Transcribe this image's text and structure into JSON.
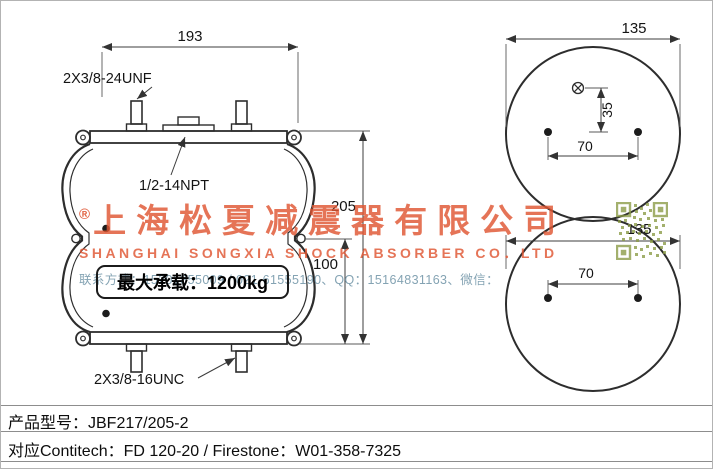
{
  "canvas": {
    "bg": "#ffffff",
    "border": "#b3b3b3"
  },
  "front_view": {
    "dim_width": "193",
    "top_thread": "2X3/8-24UNF",
    "port": "1/2-14NPT",
    "dim_height": "205",
    "dim_lower_height": "100",
    "bottom_thread": "2X3/8-16UNC",
    "max_load": "最大承载：1200kg"
  },
  "top_view": {
    "dim_diameter": "135",
    "dim_port_offset": "35",
    "dim_bolt_spacing": "70"
  },
  "bottom_view": {
    "dim_diameter": "135",
    "dim_bolt_spacing": "70"
  },
  "watermark": {
    "reg": "®",
    "company_cn": "上海松夏减震器有限公司",
    "company_en": "SHANGHAI SONGXIA SHOCK ABSORBER CO．LTD",
    "contact": "联系方式：15201855009 / 021-61555190、QQ：15164831163、微信：",
    "accent": "#df5532"
  },
  "footer": {
    "model": "产品型号：JBF217/205-2",
    "cross_ref": "对应Contitech：FD 120-20 / Firestone：W01-358-7325"
  }
}
